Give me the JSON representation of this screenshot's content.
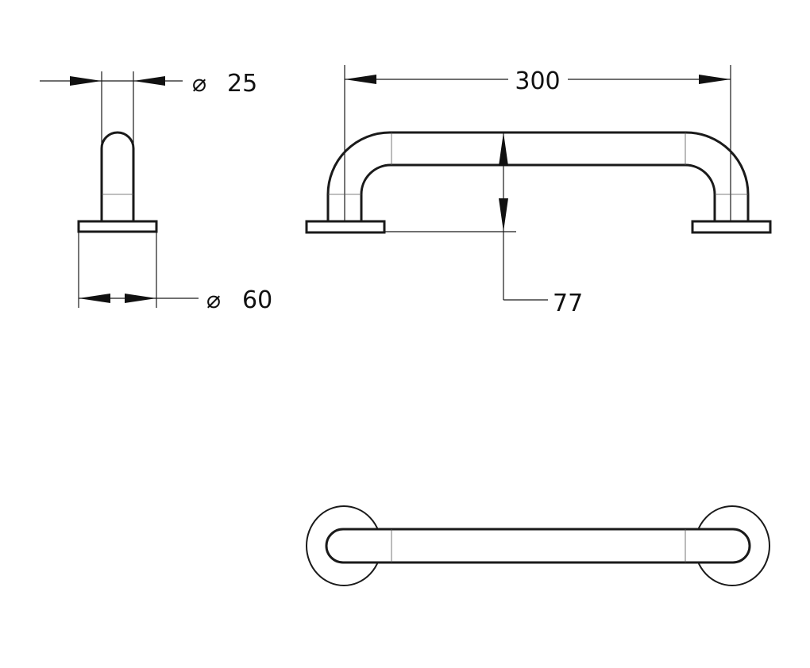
{
  "drawing": {
    "diameter_symbol": "⌀",
    "tube_diameter": "25",
    "plate_diameter": "60",
    "length": "300",
    "projection": "77",
    "line_color": "#1a1a1a",
    "background": "#ffffff"
  }
}
